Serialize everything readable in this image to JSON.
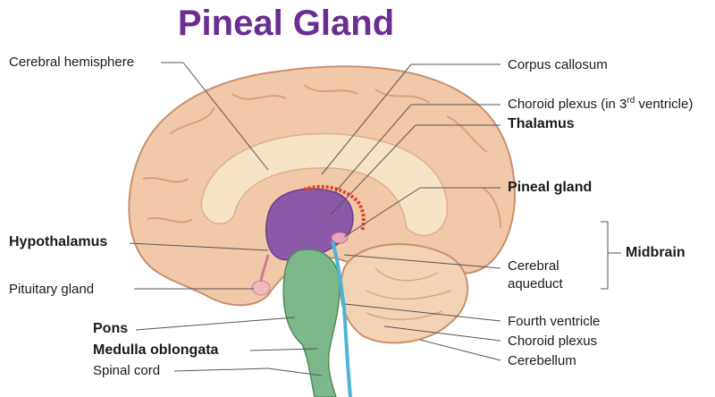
{
  "title": "Pineal Gland",
  "labels": {
    "cerebral_hemisphere": "Cerebral hemisphere",
    "corpus_callosum": "Corpus callosum",
    "choroid_plexus_3rd_pre": "Choroid plexus (in 3",
    "choroid_plexus_3rd_sup": "rd",
    "choroid_plexus_3rd_post": " ventricle)",
    "thalamus": "Thalamus",
    "pineal_gland": "Pineal gland",
    "hypothalamus": "Hypothalamus",
    "midbrain": "Midbrain",
    "cerebral_aqueduct_1": "Cerebral",
    "cerebral_aqueduct_2": "aqueduct",
    "pituitary_gland": "Pituitary gland",
    "pons": "Pons",
    "fourth_ventricle": "Fourth ventricle",
    "medulla_oblongata": "Medulla oblongata",
    "choroid_plexus": "Choroid plexus",
    "spinal_cord": "Spinal cord",
    "cerebellum": "Cerebellum"
  },
  "colors": {
    "title": "#6b2d91",
    "cortex": "#f2c9a8",
    "cortex_outline": "#c98f6c",
    "white_matter": "#f6e2c6",
    "thalamus": "#8a5aa8",
    "brainstem": "#7cb88a",
    "ventricle": "#4fb3d9",
    "choroid": "#e0452b",
    "pituitary": "#f2b8c0",
    "leader_line": "#555555"
  }
}
